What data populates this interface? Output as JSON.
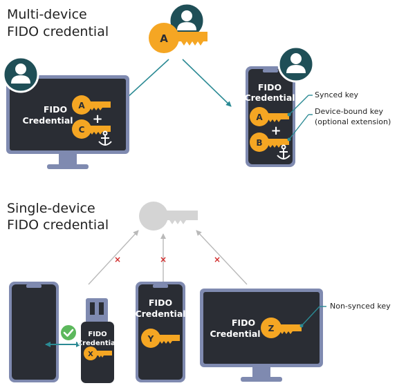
{
  "multi_device": {
    "title_line1": "Multi-device",
    "title_line2": "FIDO credential",
    "top_key_letter": "A",
    "desktop": {
      "line1": "FIDO",
      "line2": "Credential",
      "key1": "A",
      "plus": "+",
      "key2": "C"
    },
    "phone": {
      "line1": "FIDO",
      "line2": "Credential",
      "key1": "A",
      "plus": "+",
      "key2": "B"
    },
    "callout_synced": "Synced key",
    "callout_device_bound_line1": "Device-bound key",
    "callout_device_bound_line2": "(optional extension)"
  },
  "single_device": {
    "title_line1": "Single-device",
    "title_line2": "FIDO credential",
    "x_mark": "×",
    "usb_key": {
      "line1": "FIDO",
      "line2": "Credential",
      "key": "X"
    },
    "phone": {
      "line1": "FIDO",
      "line2": "Credential",
      "key": "Y"
    },
    "desktop": {
      "line1": "FIDO",
      "line2": "Credential",
      "key": "Z"
    },
    "callout_non_synced": "Non-synced key"
  },
  "colors": {
    "key_orange": "#f5a623",
    "screen_dark": "#2a2d34",
    "device_frame": "#7f8ab0",
    "arrow_teal": "#2b8a94",
    "avatar_dark": "#1f4f57",
    "faded_gray": "#d4d4d4",
    "check_green": "#5cb85c",
    "x_red": "#d12c2c"
  }
}
